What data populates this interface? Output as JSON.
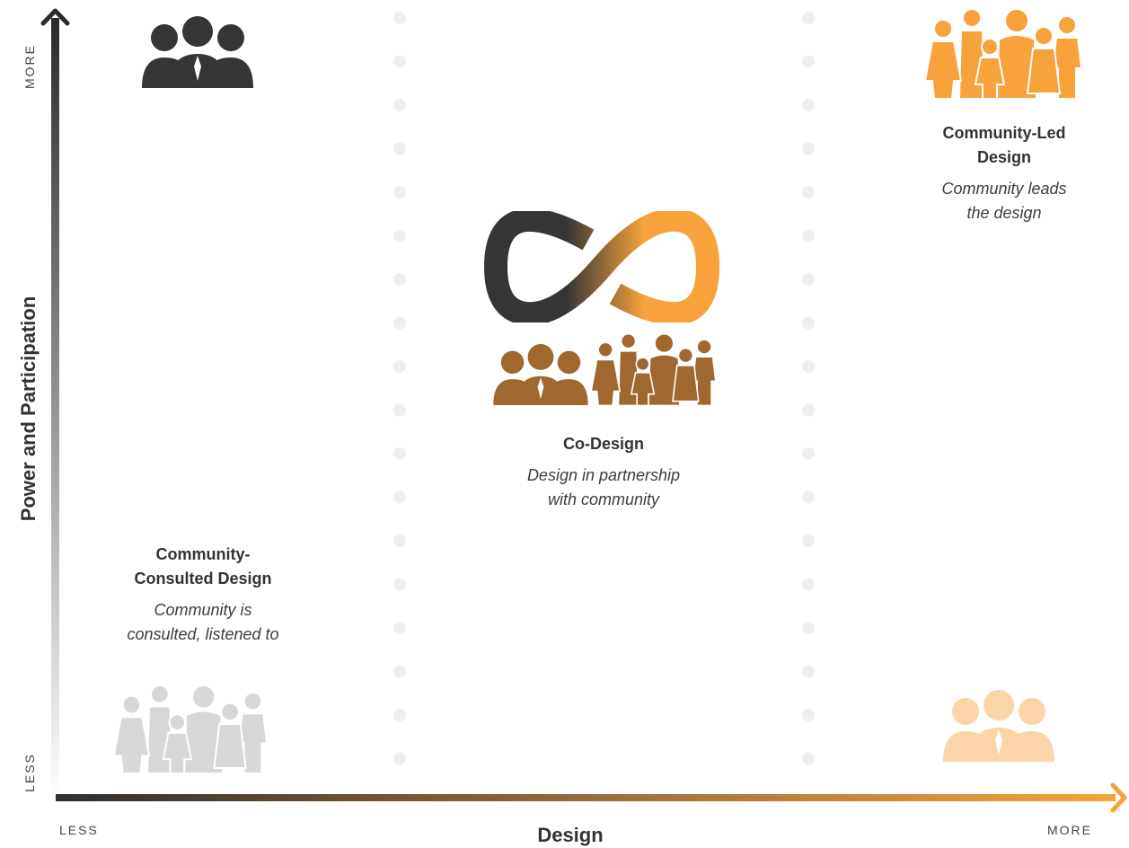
{
  "axes": {
    "y_label": "Power and Participation",
    "y_more": "MORE",
    "y_less": "LESS",
    "x_label": "Design",
    "x_more": "MORE",
    "x_less": "LESS"
  },
  "blocks": {
    "consulted": {
      "title_line1": "Community-",
      "title_line2": "Consulted Design",
      "desc_line1": "Community is",
      "desc_line2": "consulted, listened to"
    },
    "codesign": {
      "title": "Co-Design",
      "desc_line1": "Design in partnership",
      "desc_line2": "with community"
    },
    "led": {
      "title_line1": "Community-Led",
      "title_line2": "Design",
      "desc_line1": "Community leads",
      "desc_line2": "the design"
    }
  },
  "colors": {
    "dark": "#353535",
    "brown": "#a0682f",
    "orange": "#f7a23b",
    "light_orange": "#fbd4a8",
    "light_gray": "#d8d6d6",
    "dot": "#efefef"
  },
  "icons": {
    "top_left": "professionals-group-icon",
    "top_right": "community-family-group-icon",
    "center_symbol": "infinity-icon",
    "center_groups": [
      "professionals-group-icon",
      "community-family-group-icon"
    ],
    "bottom_left": "community-family-group-icon",
    "bottom_right": "professionals-group-icon"
  }
}
